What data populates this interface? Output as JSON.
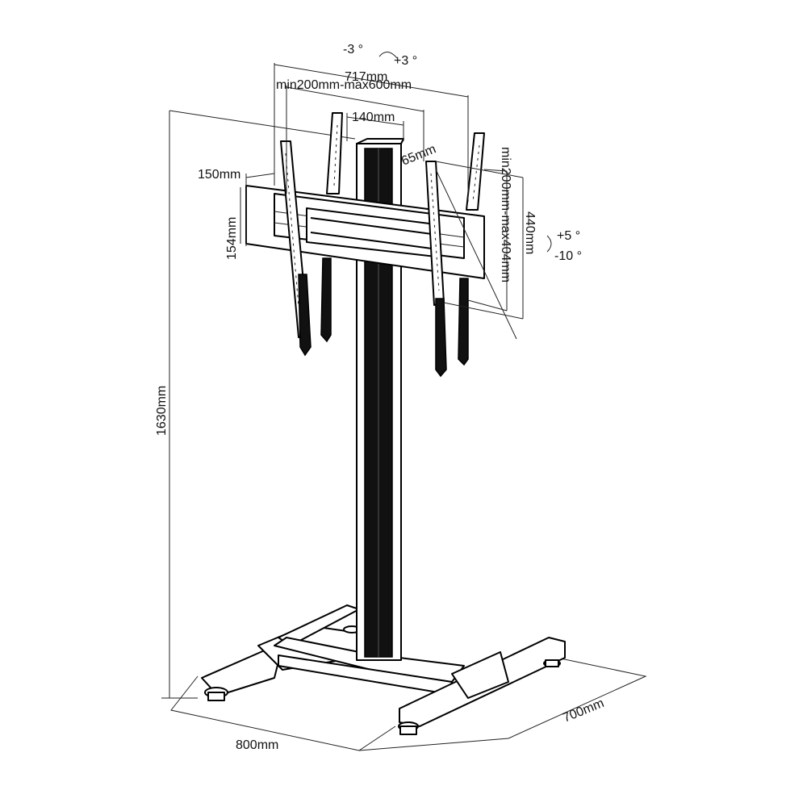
{
  "labels": {
    "tilt_swivel_left": "-3 °",
    "tilt_swivel_right": "+3 °",
    "width_overall": "717mm",
    "width_vesa_range": "min200mm-max600mm",
    "column_width": "140mm",
    "offset": "65mm",
    "bracket_depth": "150mm",
    "bracket_height": "154mm",
    "height_vesa_range": "min200mm-max404mm",
    "height_bracket": "440mm",
    "tilt_up": "+5 °",
    "tilt_down": "-10 °",
    "overall_height": "1630mm",
    "base_width": "800mm",
    "base_depth": "700mm"
  },
  "colors": {
    "line": "#000000",
    "fill": "#ffffff",
    "dark": "#111111"
  }
}
